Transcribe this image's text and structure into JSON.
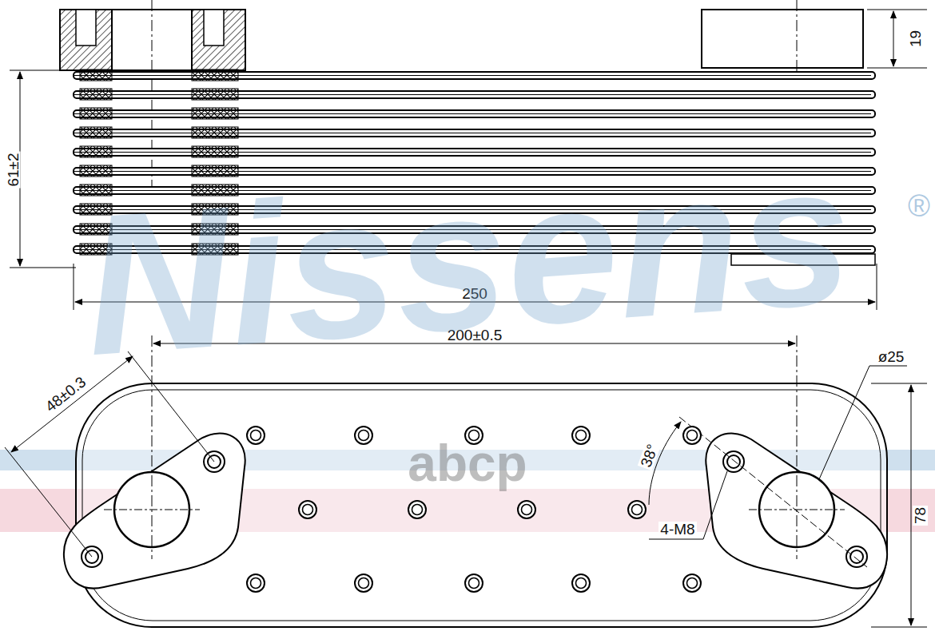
{
  "diagram": {
    "labels": [
      "19",
      "61±2",
      "250",
      "200±0.5",
      "48±0.3",
      "ø25",
      "38°",
      "4-M8",
      "78",
      "Nissens",
      "®",
      "abcp"
    ]
  }
}
